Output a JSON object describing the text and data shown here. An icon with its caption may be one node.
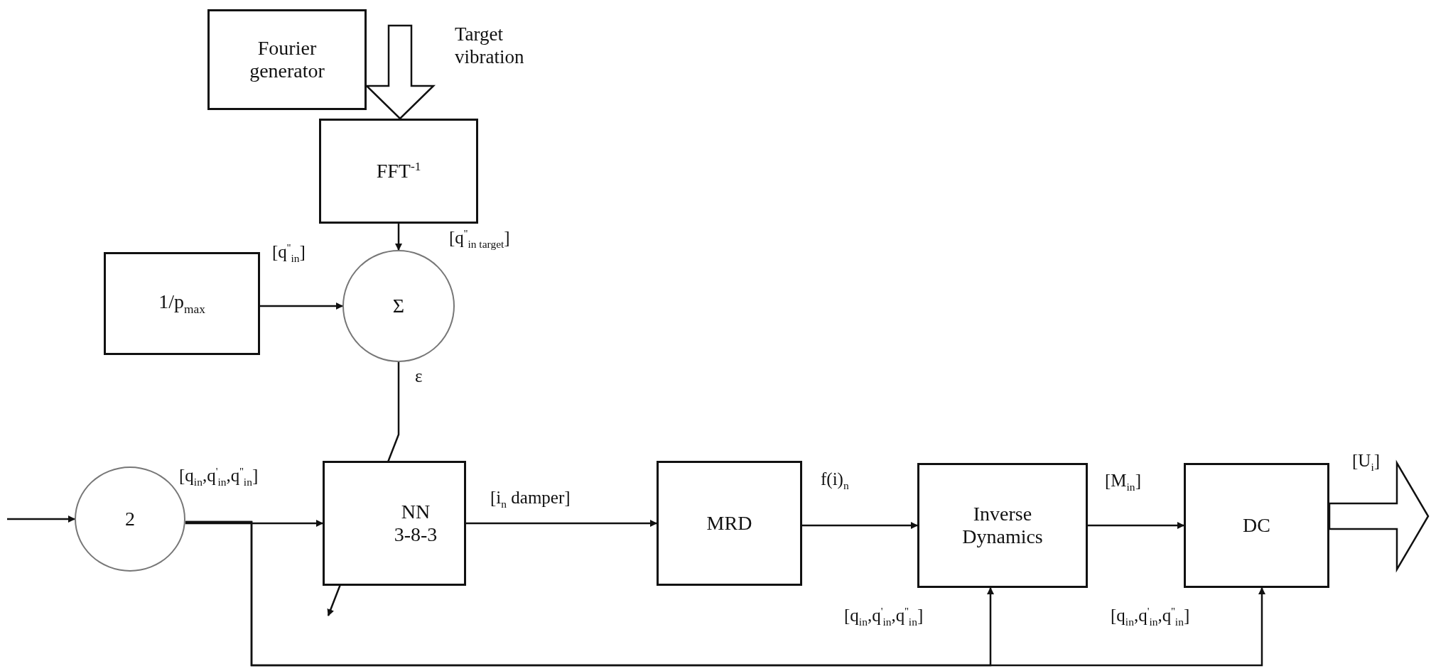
{
  "diagram": {
    "nodes": [
      {
        "text": [
          "Fourier generator"
        ]
      },
      {
        "text": [
          "FFT$^{-1}$"
        ]
      },
      {
        "text": [
          "1/p$_{max}$"
        ]
      },
      {
        "text": [
          "Σ"
        ]
      },
      {
        "text": [
          "2"
        ]
      },
      {
        "text": [
          "NN 3-8-3"
        ]
      },
      {
        "text": [
          "MRD"
        ]
      },
      {
        "text": [
          "Inverse Dynamics"
        ]
      },
      {
        "text": [
          "DC"
        ]
      }
    ],
    "edges": [
      {
        "from": null,
        "to": 1,
        "arrow": "to",
        "label": "Target vibration",
        "style": "thick"
      },
      {
        "from": 1,
        "to": 3,
        "arrow": "to",
        "label": "[q$^{''}$$_{in target}$]"
      },
      {
        "from": 2,
        "to": 3,
        "arrow": "to",
        "label": "[q$^{''}$$_{in}$]"
      },
      {
        "from": 3,
        "to": 5,
        "arrow": "to",
        "label": "ε"
      },
      {
        "from": null,
        "to": 4,
        "arrow": "to"
      },
      {
        "from": 4,
        "to": 5,
        "arrow": "to",
        "label": "[q$_{in}$,q$^{'}$$_{in}$,q$^{''}$$_{in}$]"
      },
      {
        "from": 5,
        "to": 6,
        "arrow": "to",
        "label": "[i$_{n}$ damper]"
      },
      {
        "from": 6,
        "to": 7,
        "arrow": "to",
        "label": "f(i)$_{n}$"
      },
      {
        "from": 7,
        "to": 8,
        "arrow": "to",
        "label": "[M$_{in}$]"
      },
      {
        "from": 8,
        "to": null,
        "arrow": "to",
        "label": "[U$_{i}$]",
        "style": "thick"
      },
      {
        "from": 4,
        "to": 7,
        "arrow": "to",
        "label": "[q$_{in}$,q$^{'}$$_{in}$,q$^{''}$$_{in}$]"
      },
      {
        "from": 4,
        "to": 8,
        "arrow": "to",
        "label": "[q$_{in}$,q$^{'}$$_{in}$,q$^{''}$$_{in}$]"
      }
    ]
  }
}
